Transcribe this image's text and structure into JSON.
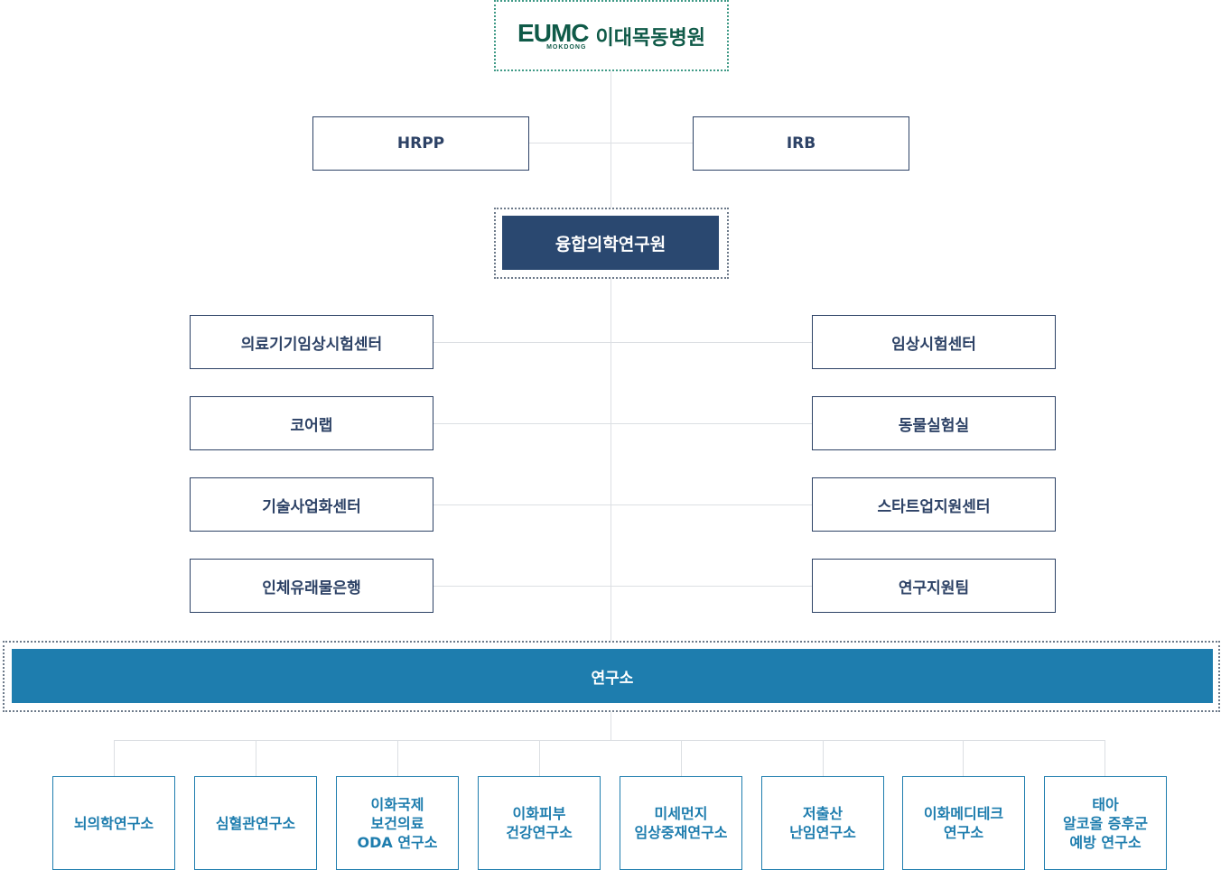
{
  "logo": {
    "mark": "EUMC",
    "sub": "MOKDONG",
    "name": "이대목동병원"
  },
  "hrpp": "HRPP",
  "irb": "IRB",
  "institute": "융합의학연구원",
  "left_units": [
    "의료기기임상시험센터",
    "코어랩",
    "기술사업화센터",
    "인체유래물은행"
  ],
  "right_units": [
    "임상시험센터",
    "동물실험실",
    "스타트업지원센터",
    "연구지원팀"
  ],
  "labs_label": "연구소",
  "labs": [
    "뇌의학연구소",
    "심혈관연구소",
    "이화국제\n보건의료\nODA 연구소",
    "이화피부\n건강연구소",
    "미세먼지\n임상중재연구소",
    "저출산\n난임연구소",
    "이화메디테크\n연구소",
    "태아\n알코올 증후군\n예방 연구소"
  ],
  "colors": {
    "navy": "#2a4870",
    "blue": "#1e7dae",
    "green": "#0f5a48"
  }
}
